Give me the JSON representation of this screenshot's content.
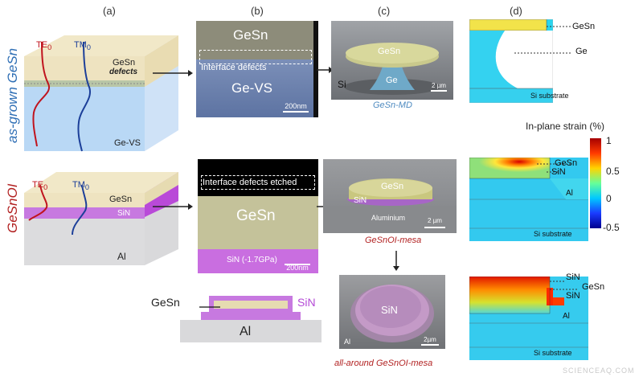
{
  "columns": {
    "a": "(a)",
    "b": "(b)",
    "c": "(c)",
    "d": "(d)"
  },
  "rows": {
    "top": "as-grown GeSn",
    "bottom": "GeSnOI"
  },
  "panel_a_top": {
    "te": "TE",
    "te_sub": "0",
    "tm": "TM",
    "tm_sub": "0",
    "gesn": "GeSn",
    "defects": "defects",
    "gevs": "Ge-VS"
  },
  "panel_a_bottom": {
    "te": "TE",
    "te_sub": "0",
    "tm": "TM",
    "tm_sub": "0",
    "gesn": "GeSn",
    "sin": "SiN",
    "al": "Al"
  },
  "panel_b_top": {
    "gesn": "GeSn",
    "interface": "Interface defects",
    "gevs": "Ge-VS",
    "scale": "200nm"
  },
  "panel_b_bottom": {
    "interface": "Interface defects etched",
    "gesn": "GeSn",
    "sin": "SiN (-1.7GPa)",
    "scale": "200nm"
  },
  "cross_section": {
    "gesn": "GeSn",
    "sin": "SiN",
    "al": "Al"
  },
  "panel_c_top": {
    "gesn": "GeSn",
    "ge": "Ge",
    "si": "Si",
    "scale": "2 µm",
    "caption": "GeSn-MD"
  },
  "panel_c_mid": {
    "gesn": "GeSn",
    "sin": "SiN",
    "al": "Aluminium",
    "scale": "2 µm",
    "caption": "GeSnOI-mesa"
  },
  "panel_c_bot": {
    "sin": "SiN",
    "al": "Al",
    "scale": "2µm",
    "caption": "all-around GeSnOI-mesa"
  },
  "panel_d_top": {
    "gesn": "GeSn",
    "ge": "Ge",
    "sub": "Si substrate"
  },
  "panel_d_mid": {
    "gesn": "GeSn",
    "sin": "SiN",
    "al": "Al",
    "sub": "Si substrate"
  },
  "panel_d_bot": {
    "sin1": "SiN",
    "gesn": "GeSn",
    "sin2": "SiN",
    "al": "Al",
    "sub": "Si substrate"
  },
  "colorbar": {
    "title": "In-plane strain (%)",
    "ticks": [
      "1",
      "0.5",
      "0",
      "-0.5"
    ]
  },
  "watermark": "SCIENCEAQ.COM"
}
